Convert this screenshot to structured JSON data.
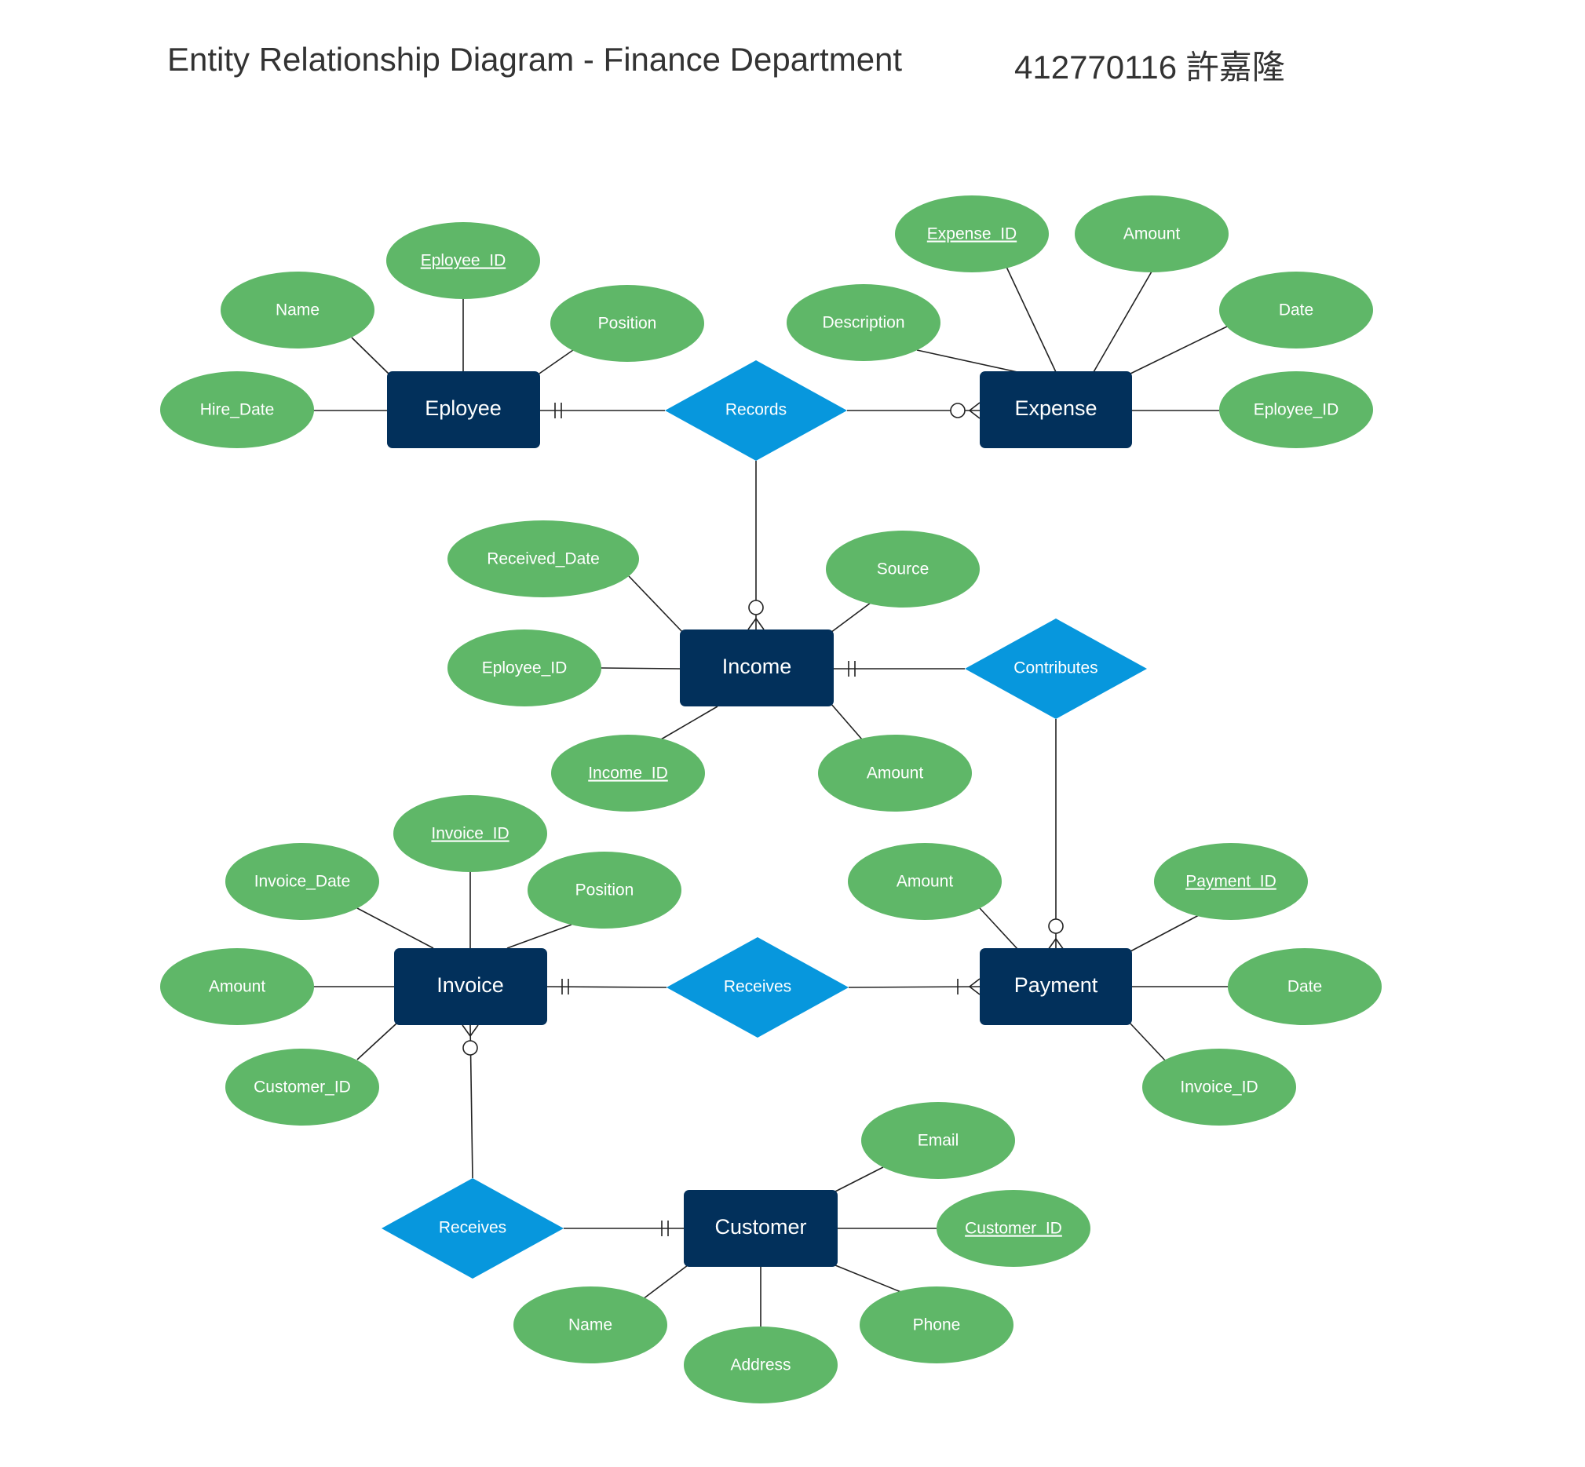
{
  "title": "Entity Relationship Diagram - Finance Department",
  "author": "412770116 許嘉隆",
  "colors": {
    "entity": "#02305b",
    "relationship": "#0797dd",
    "attribute": "#5fb768",
    "line": "#222222",
    "title": "#333333"
  },
  "entities": {
    "employee": "Eployee",
    "expense": "Expense",
    "income": "Income",
    "invoice": "Invoice",
    "payment": "Payment",
    "customer": "Customer"
  },
  "relationships": {
    "records": "Records",
    "contributes": "Contributes",
    "receives_payment": "Receives",
    "receives_customer": "Receives"
  },
  "attributes": {
    "employee": {
      "name": "Name",
      "id": "Eployee_ID",
      "position": "Position",
      "hire_date": "Hire_Date"
    },
    "expense": {
      "id": "Expense_ID",
      "amount": "Amount",
      "description": "Description",
      "date": "Date",
      "employee_id": "Eployee_ID"
    },
    "income": {
      "received_date": "Received_Date",
      "source": "Source",
      "employee_id": "Eployee_ID",
      "id": "Income_ID",
      "amount": "Amount"
    },
    "invoice": {
      "id": "Invoice_ID",
      "invoice_date": "Invoice_Date",
      "position": "Position",
      "amount": "Amount",
      "customer_id": "Customer_ID"
    },
    "payment": {
      "amount": "Amount",
      "id": "Payment_ID",
      "date": "Date",
      "invoice_id": "Invoice_ID"
    },
    "customer": {
      "email": "Email",
      "id": "Customer_ID",
      "name": "Name",
      "address": "Address",
      "phone": "Phone"
    }
  }
}
